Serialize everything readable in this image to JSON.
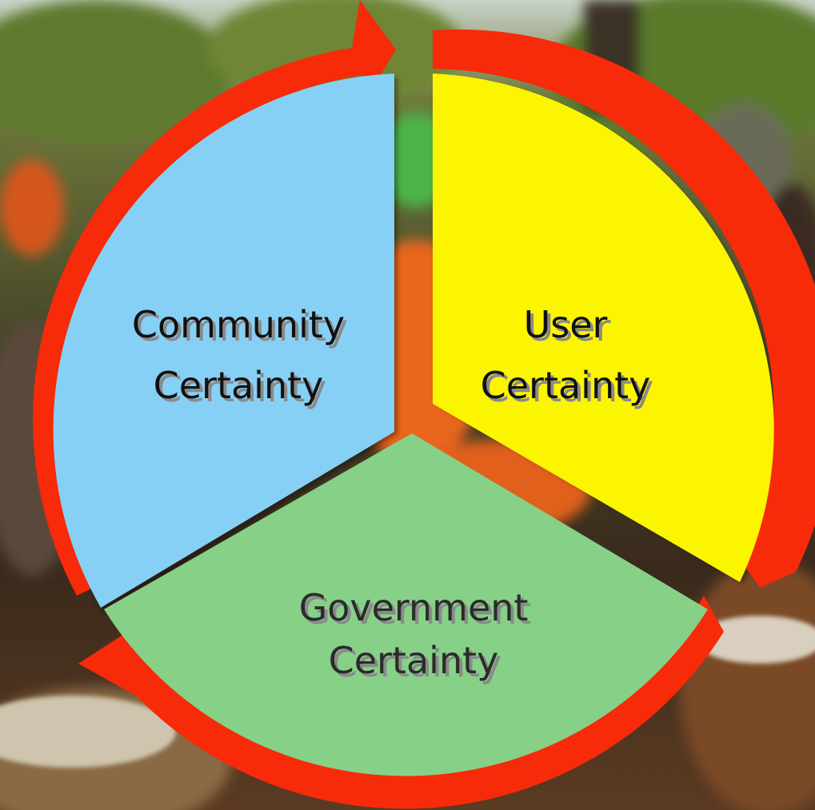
{
  "diagram": {
    "segments": [
      {
        "id": "community",
        "line1": "Community",
        "line2": "Certainty",
        "color": "#87d0f5"
      },
      {
        "id": "user",
        "line1": "User",
        "line2": "Certainty",
        "color": "#fcf500"
      },
      {
        "id": "government",
        "line1": "Government",
        "line2": "Certainty",
        "color": "#86d187"
      }
    ],
    "cycle_arrow_color": "#f72a0a",
    "background": "photo of people gathered outdoors around djembe drums"
  }
}
